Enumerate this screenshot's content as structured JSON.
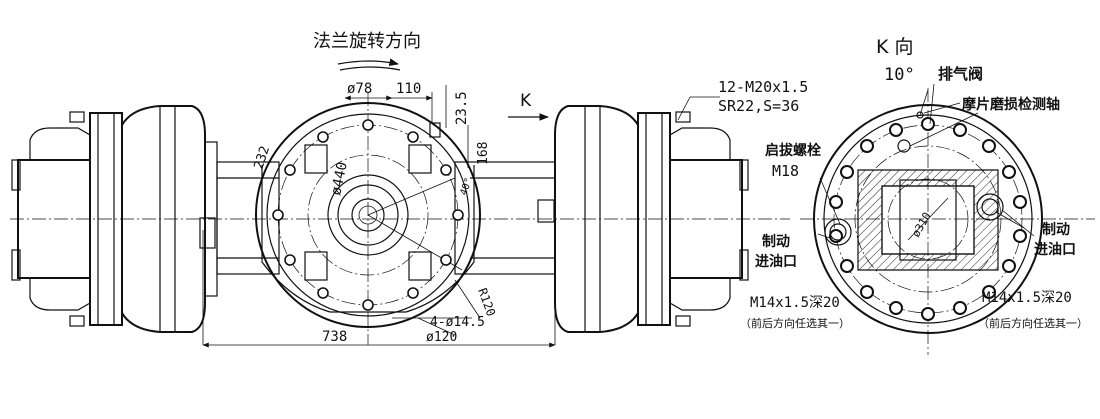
{
  "labels": {
    "flange_rotation": "法兰旋转方向",
    "k_arrow": "K",
    "k_view": "K 向",
    "angle_10": "10°",
    "bolts_spec_line1": "12-M20x1.5",
    "bolts_spec_line2": "SR22,S=36",
    "vent_valve": "排气阀",
    "wear_check_shaft": "摩片磨损检测轴",
    "jack_bolt_line1": "启拔螺栓",
    "jack_bolt_line2": "M18",
    "brake_inlet_left_line1": "制动",
    "brake_inlet_left_line2": "进油口",
    "brake_inlet_right_line1": "制动",
    "brake_inlet_right_line2": "进油口",
    "thread_left_line1": "M14x1.5深20",
    "thread_left_line2": "（前后方向任选其一）",
    "thread_right_line1": "M14x1.5深20",
    "thread_right_line2": "（前后方向任选其一）"
  },
  "dimensions": {
    "d78": "ø78",
    "d110": "110",
    "d23_5": "23.5",
    "d232": "232",
    "d440": "ø440",
    "d168": "168",
    "d40": "40°",
    "d738": "738",
    "holes": "4-ø14.5",
    "d120": "ø120",
    "r120": "R120",
    "d310": "ø310"
  }
}
